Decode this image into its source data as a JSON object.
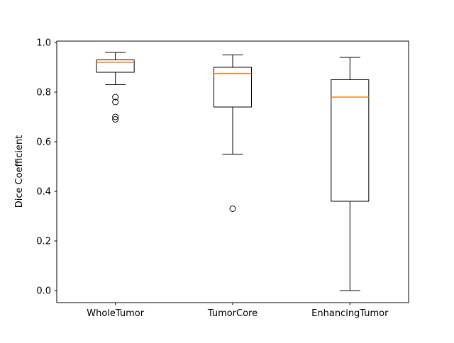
{
  "chart_data": {
    "type": "box",
    "title": "",
    "xlabel": "",
    "ylabel": "Dice Coefficient",
    "categories": [
      "WholeTumor",
      "TumorCore",
      "EnhancingTumor"
    ],
    "ylim": [
      -0.05,
      1.01
    ],
    "yticks": [
      0.0,
      0.2,
      0.4,
      0.6,
      0.8,
      1.0
    ],
    "ytick_labels": [
      "0.0",
      "0.2",
      "0.4",
      "0.6",
      "0.8",
      "1.0"
    ],
    "grid": false,
    "legend": "none",
    "series": [
      {
        "name": "WholeTumor",
        "whisker_low": 0.83,
        "q1": 0.88,
        "median": 0.92,
        "q3": 0.93,
        "whisker_high": 0.96,
        "outliers": [
          0.78,
          0.76,
          0.7,
          0.69
        ]
      },
      {
        "name": "TumorCore",
        "whisker_low": 0.55,
        "q1": 0.74,
        "median": 0.875,
        "q3": 0.9,
        "whisker_high": 0.95,
        "outliers": [
          0.33
        ]
      },
      {
        "name": "EnhancingTumor",
        "whisker_low": 0.0,
        "q1": 0.36,
        "median": 0.78,
        "q3": 0.85,
        "whisker_high": 0.94,
        "outliers": []
      }
    ],
    "colors": {
      "box_edge": "#000000",
      "box_fill": "#ffffff",
      "median": "#ff7f0e",
      "outlier_edge": "#000000",
      "axes": "#000000",
      "background": "#ffffff"
    }
  }
}
